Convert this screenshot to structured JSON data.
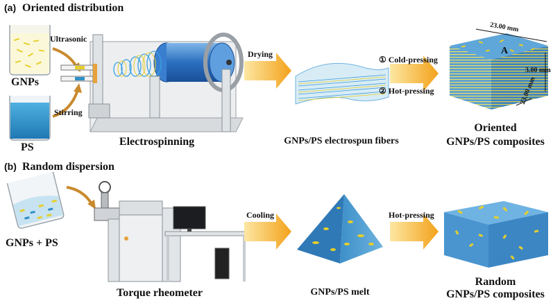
{
  "panels": {
    "a": {
      "letter": "(a)",
      "title": "Oriented distribution",
      "labels": {
        "gnps": "GNPs",
        "ps": "PS",
        "ultrasonic": "Ultrasonic",
        "stirring": "Stirring",
        "electrospinning": "Electrospinning",
        "drying": "Drying",
        "fibers": "GNPs/PS electrospun fibers",
        "cold_pressing": "① Cold-pressing",
        "hot_pressing": "② Hot-pressing",
        "dim_top": "23.00 mm",
        "dim_height": "3.00 mm",
        "dim_depth": "23.00 mm",
        "face_label": "A",
        "result_line1": "Oriented",
        "result_line2": "GNPs/PS composites"
      }
    },
    "b": {
      "letter": "(b)",
      "title": "Random dispersion",
      "labels": {
        "mixture": "GNPs + PS",
        "rheometer": "Torque rheometer",
        "cooling": "Cooling",
        "melt": "GNPs/PS melt",
        "hot_pressing": "Hot-pressing",
        "result_line1": "Random",
        "result_line2": "GNPs/PS composites"
      }
    }
  },
  "colors": {
    "ps_blue": "#2f8fc8",
    "gnp_yellow": "#e6cf2a",
    "arrow_orange": "#f3a21a",
    "block_top": "#5fa6d9",
    "block_side": "#3f88c4"
  }
}
